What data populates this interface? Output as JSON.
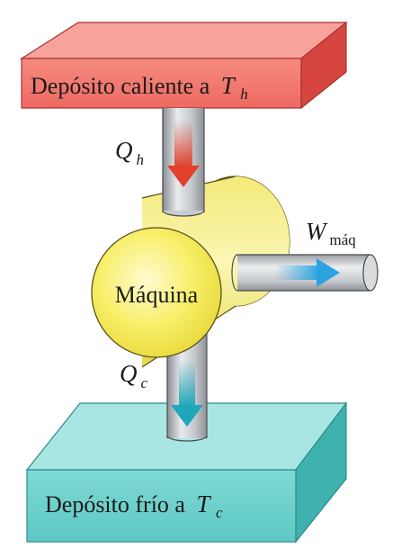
{
  "hot_reservoir": {
    "label": "Depósito caliente a",
    "symbol": "T",
    "subscript": "h",
    "color": "#f26b64"
  },
  "cold_reservoir": {
    "label": "Depósito frío a",
    "symbol": "T",
    "subscript": "c",
    "color": "#6dd0cc"
  },
  "engine": {
    "label": "Máquina",
    "color": "#f7ee5c"
  },
  "heat_in": {
    "symbol": "Q",
    "subscript": "h",
    "arrow_color": "#e2402b"
  },
  "heat_out": {
    "symbol": "Q",
    "subscript": "c",
    "arrow_color": "#1ea7b8"
  },
  "work": {
    "symbol": "W",
    "subscript": "máq",
    "arrow_color": "#2aa3e0"
  }
}
